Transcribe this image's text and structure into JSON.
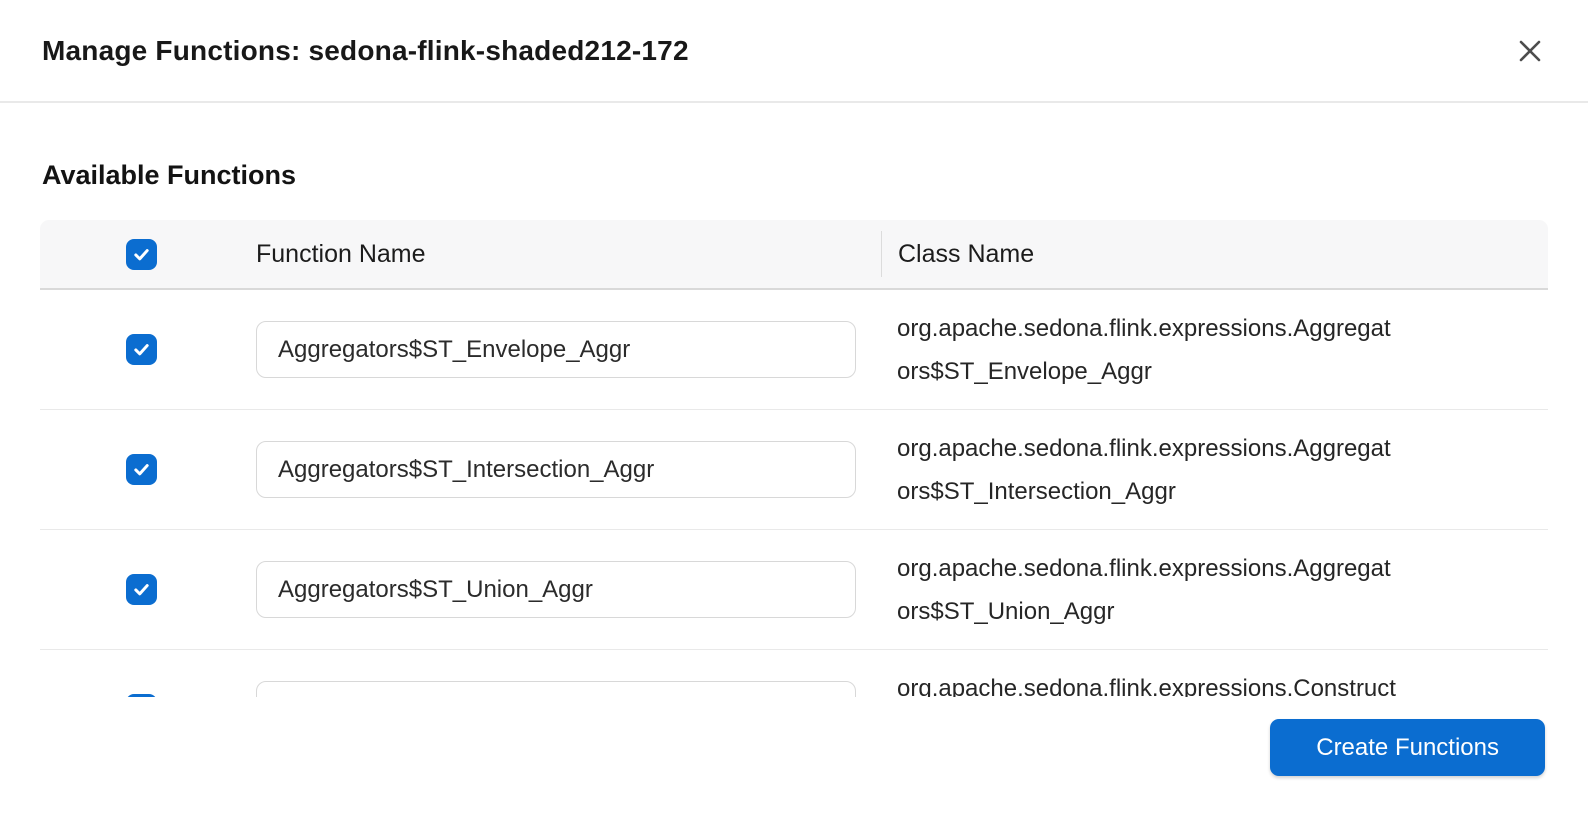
{
  "modal": {
    "title": "Manage Functions: sedona-flink-shaded212-172"
  },
  "available_functions": {
    "heading": "Available Functions",
    "columns": {
      "function_name": "Function Name",
      "class_name": "Class Name"
    },
    "select_all_checked": true,
    "rows": [
      {
        "checked": true,
        "function_name": "Aggregators$ST_Envelope_Aggr",
        "class_name": "org.apache.sedona.flink.expressions.Aggregators$ST_Envelope_Aggr"
      },
      {
        "checked": true,
        "function_name": "Aggregators$ST_Intersection_Aggr",
        "class_name": "org.apache.sedona.flink.expressions.Aggregators$ST_Intersection_Aggr"
      },
      {
        "checked": true,
        "function_name": "Aggregators$ST_Union_Aggr",
        "class_name": "org.apache.sedona.flink.expressions.Aggregators$ST_Union_Aggr"
      },
      {
        "checked": true,
        "function_name": "",
        "class_name": "org.apache.sedona.flink.expressions.Construct"
      }
    ]
  },
  "footer": {
    "create_button": "Create Functions"
  },
  "colors": {
    "accent_blue": "#0b6dd0",
    "header_bg": "#f7f7f8",
    "divider": "#e9e9e9"
  }
}
